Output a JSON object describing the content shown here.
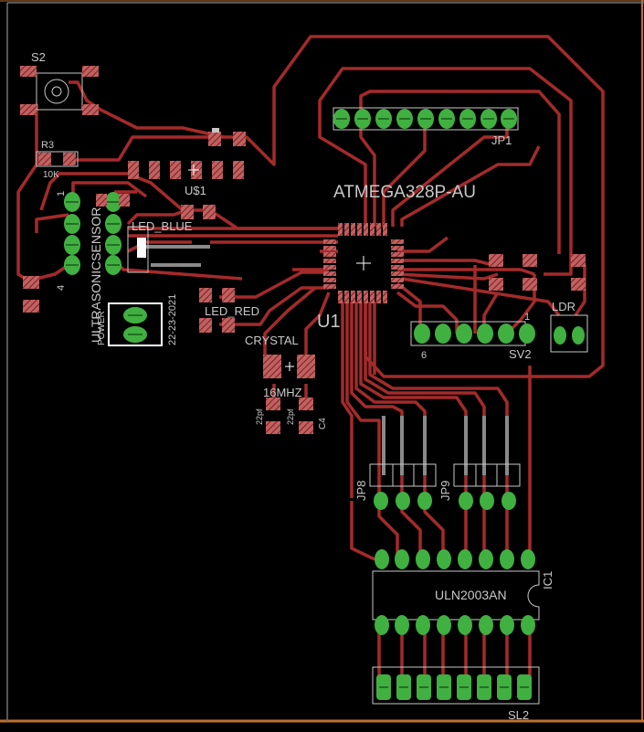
{
  "colors": {
    "background": "#000000",
    "outline": "#ffffff",
    "edge": "#c07030",
    "trace": "#a52a2a",
    "pad": "#c06060",
    "pad_hatch": "#7a2020",
    "through_pad": "#40b040",
    "silk": "#c8c8c8"
  },
  "labels": {
    "s2": "S2",
    "r3": "R3",
    "r3_value": "10K",
    "us1": "U$1",
    "jp1": "JP1",
    "mcu_name": "ATMEGA328P-AU",
    "u1": "U1",
    "led_blue": "LED_BLUE",
    "led_red": "LED_RED",
    "crystal": "CRYSTAL",
    "crystal_value": "16MHZ",
    "cap_left": "22pf",
    "cap_mid": "22pf",
    "c4": "C4",
    "sensor_vertical": "ULTRASONICSENSOR",
    "sensor_pin4": "4",
    "sensor_pin1": "1",
    "power": "POWER",
    "date": "22-23-2021",
    "ldr": "LDR",
    "sv2": "SV2",
    "sv2_pin6": "6",
    "sv2_pin1": "1",
    "jp8": "JP8",
    "jp9": "JP9",
    "ic_name": "ULN2003AN",
    "ic1": "IC1",
    "sl2": "SL2"
  }
}
